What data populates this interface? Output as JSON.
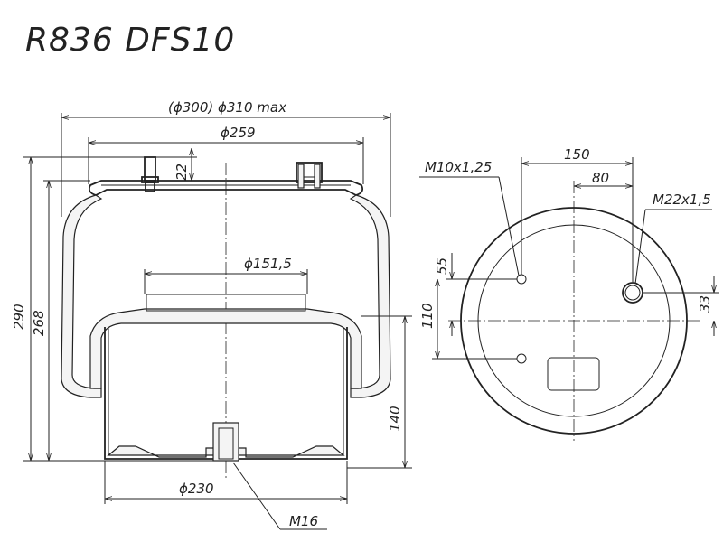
{
  "title": "R836 DFS10",
  "dimensions": {
    "outer_diameter": "(ϕ300) ϕ310 max",
    "top_plate_diameter": "ϕ259",
    "piston_top_diameter": "ϕ151,5",
    "piston_diameter": "ϕ230",
    "stud_height": "22",
    "overall_height": "290",
    "body_height": "268",
    "piston_height": "140",
    "bottom_thread": "M16",
    "thread_m10": "M10x1,25",
    "thread_m22": "M22x1,5",
    "offset_150": "150",
    "offset_80": "80",
    "offset_55": "55",
    "offset_110": "110",
    "offset_33": "33"
  }
}
